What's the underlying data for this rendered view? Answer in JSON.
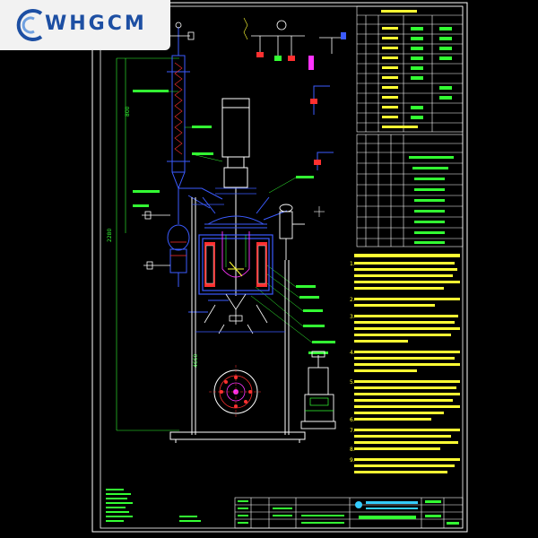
{
  "logo": {
    "text": "WHGCM"
  },
  "colors": {
    "background": "#000000",
    "frame": "#ffffff",
    "line_blue": "#3b5bff",
    "line_red": "#ff3030",
    "line_green": "#33ff33",
    "line_yellow": "#ffff33",
    "line_magenta": "#ff33ff",
    "line_cyan": "#33e0ff",
    "logo_blue": "#1d4fa3"
  },
  "dimensions": {
    "overall_height": "2280",
    "lower_height": "4660",
    "top_label": "800"
  },
  "notes": {
    "items": [
      "1.",
      "2.",
      "3.",
      "4.",
      "5.",
      "6.",
      "7.",
      "8.",
      "9."
    ]
  }
}
